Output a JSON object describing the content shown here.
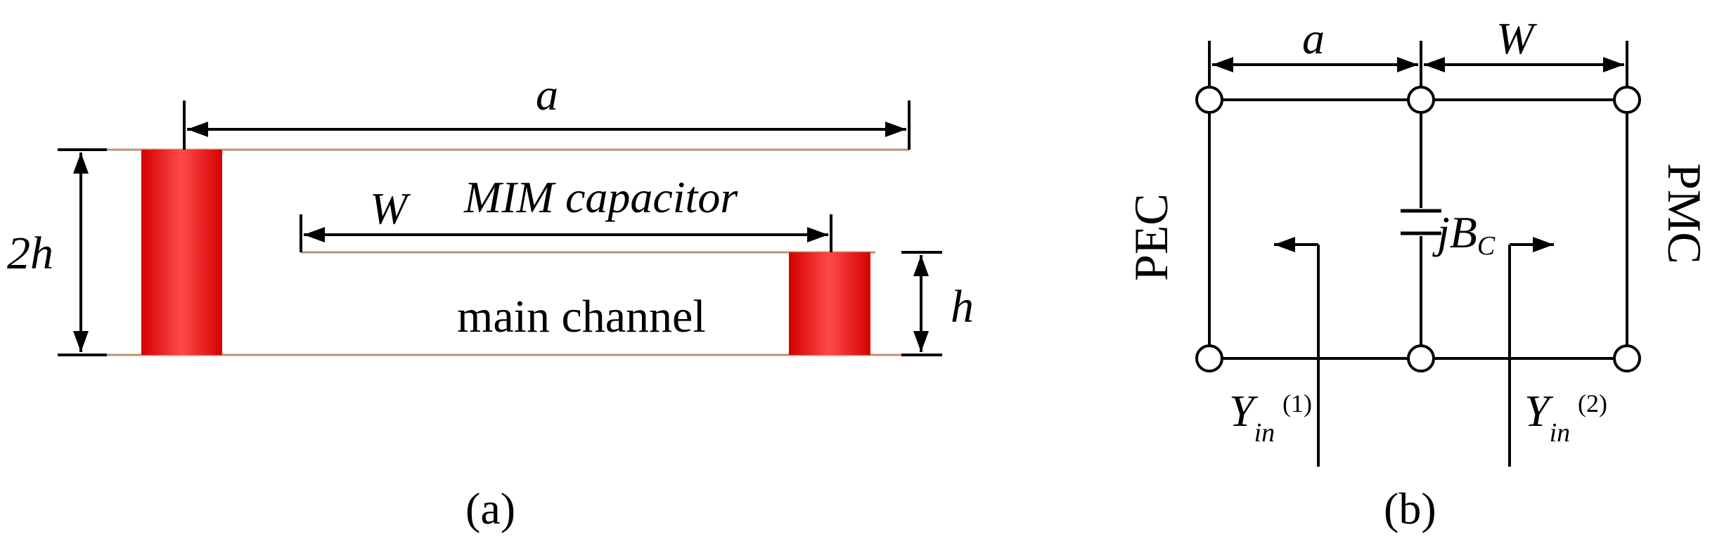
{
  "panel_a": {
    "label": "(a)",
    "dim_a": "a",
    "dim_w": "W",
    "dim_2h": "2h",
    "dim_h": "h",
    "capacitor_label": "MIM capacitor",
    "channel_label": "main channel"
  },
  "panel_b": {
    "label": "(b)",
    "dim_a": "a",
    "dim_w": "W",
    "left_boundary": "PEC",
    "right_boundary": "PMC",
    "susceptance": {
      "base": "jB",
      "sub": "C"
    },
    "y_in_1": {
      "base": "Y",
      "sub": "in",
      "sup": "(1)"
    },
    "y_in_2": {
      "base": "Y",
      "sub": "in",
      "sup": "(2)"
    }
  },
  "colors": {
    "conductor": "#e60000",
    "conductor_highlight": "#ff5a5a",
    "plate_line": "#c09070",
    "line": "#000000"
  }
}
